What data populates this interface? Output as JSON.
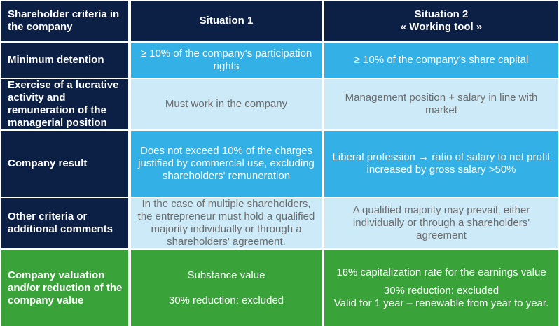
{
  "header": {
    "criteria": "Shareholder criteria in the company",
    "situation1": "Situation 1",
    "situation2_line1": "Situation 2",
    "situation2_line2": "« Working tool »"
  },
  "rows": [
    {
      "label": "Minimum detention",
      "s1": "≥ 10% of the company's participation rights",
      "s2": "≥ 10% of the company's share capital"
    },
    {
      "label": "Exercise of a lucrative activity and remuneration of the managerial position",
      "s1": "Must work in the company",
      "s2": "Management position + salary in line with market"
    },
    {
      "label": "Company result",
      "s1": "Does not exceed 10% of the charges justified by commercial use, excluding shareholders' remuneration",
      "s2": "Liberal profession → ratio of salary to net profit increased by gross salary >50%"
    },
    {
      "label": "Other criteria or additional comments",
      "s1": "In the case of multiple shareholders, the entrepreneur must hold a qualified majority individually or through a shareholders' agreement.",
      "s2": "A qualified majority may prevail, either individually or through a shareholders' agreement"
    },
    {
      "label": "Company valuation and/or reduction of the company value",
      "s1_line1": "Substance value",
      "s1_line2": "30% reduction: excluded",
      "s2_line1": "16% capitalization rate for the earnings value",
      "s2_line2": "30% reduction: excluded",
      "s2_line3": "Valid for 1 year – renewable from year to year."
    }
  ],
  "colors": {
    "navy": "#0c1f45",
    "blue": "#33b0e6",
    "light_blue": "#cdeaf8",
    "green": "#39a33a"
  }
}
